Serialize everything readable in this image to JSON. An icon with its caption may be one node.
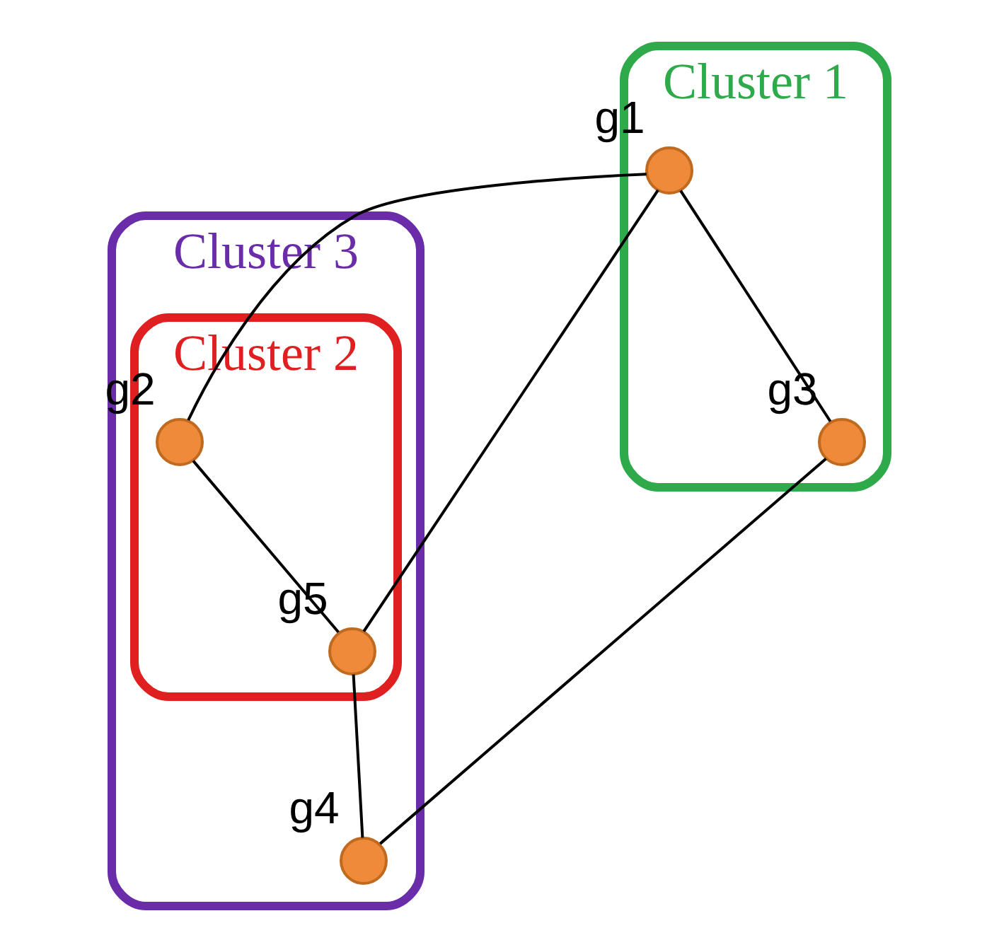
{
  "diagram": {
    "nodes": [
      {
        "text": [
          "Cluster 1"
        ]
      },
      {
        "text": [],
        "shape": "circle",
        "beside": [
          "g1"
        ],
        "in": 0
      },
      {
        "text": [],
        "shape": "circle",
        "beside": [
          "g3"
        ],
        "in": 0
      },
      {
        "text": [
          "Cluster 3"
        ]
      },
      {
        "text": [
          "Cluster 2"
        ],
        "in": 3
      },
      {
        "text": [],
        "shape": "circle",
        "beside": [
          "g2"
        ],
        "in": 4
      },
      {
        "text": [],
        "shape": "circle",
        "beside": [
          "g5"
        ],
        "in": 4
      },
      {
        "text": [],
        "shape": "circle",
        "beside": [
          "g4"
        ],
        "in": 3
      }
    ],
    "edges": [
      {
        "from": 1,
        "to": 5,
        "arrow": "none"
      },
      {
        "from": 1,
        "to": 2,
        "arrow": "none"
      },
      {
        "from": 1,
        "to": 6,
        "arrow": "none"
      },
      {
        "from": 5,
        "to": 6,
        "arrow": "none"
      },
      {
        "from": 6,
        "to": 7,
        "arrow": "none"
      },
      {
        "from": 2,
        "to": 7,
        "arrow": "none"
      }
    ]
  }
}
